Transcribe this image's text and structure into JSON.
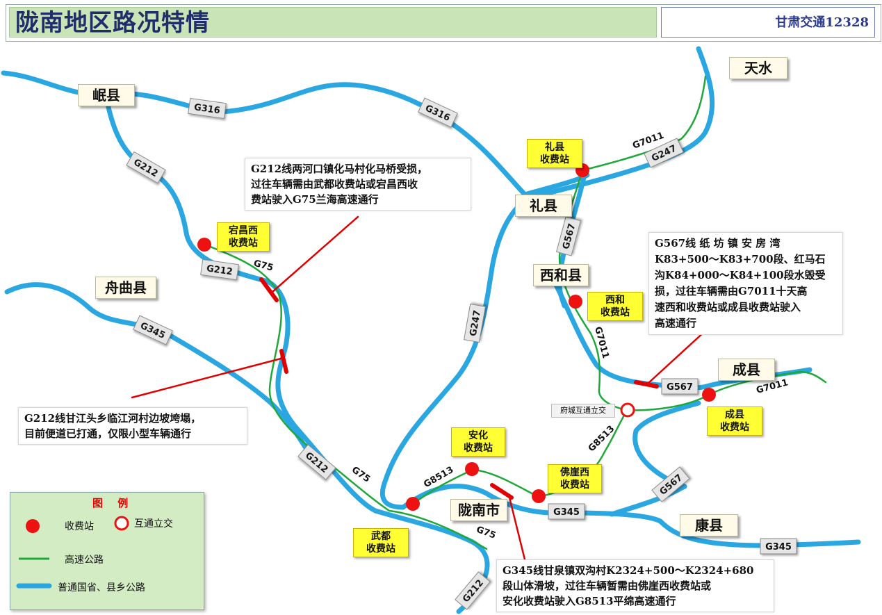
{
  "header": {
    "title": "陇南地区路况特情",
    "org": "甘肃交通12328"
  },
  "colors": {
    "ordinary_road": "#2aa6e0",
    "expressway": "#1fa83a",
    "toll_station": "#ee1111",
    "damage": "#e00000",
    "title_bg": "#c9e4b6",
    "toll_label_bg": "#ffff33"
  },
  "cities": {
    "minxian": "岷县",
    "tianshui": "天水",
    "lixian": "礼县",
    "xihe": "西和县",
    "zhouqu": "舟曲县",
    "chengxian": "成县",
    "longnan": "陇南市",
    "kangxian": "康县"
  },
  "toll_stations": {
    "lixian": "礼县\n收费站",
    "dangchang_west": "宕昌西\n收费站",
    "xihe": "西和\n收费站",
    "chengxian": "成县\n收费站",
    "anhua": "安化\n收费站",
    "foyaxi": "佛崖西\n收费站",
    "wudu": "武都\n收费站"
  },
  "interchange": "府城互通立交",
  "road_shields": {
    "g316_a": "G316",
    "g316_b": "G316",
    "g212_a": "G212",
    "g212_b": "G212",
    "g212_c": "G212",
    "g212_d": "G212",
    "g345_a": "G345",
    "g345_b": "G345",
    "g345_c": "G345",
    "g247_a": "G247",
    "g247_b": "G247",
    "g567_a": "G567",
    "g567_b": "G567",
    "g567_c": "G567"
  },
  "expressway_labels": {
    "g7011_a": "G7011",
    "g7011_b": "G7011",
    "g7011_c": "G7011",
    "g75_a": "G75",
    "g75_b": "G75",
    "g75_c": "G75",
    "g8513_a": "G8513",
    "g8513_b": "G8513"
  },
  "notes": {
    "n1": [
      "G212线两河口镇化马村化马桥受损，",
      "过往车辆需由武都收费站或宕昌西收",
      "费站驶入G75兰海高速通行"
    ],
    "n2": [
      "G567线 纸 坊 镇 安 房 湾",
      "K83+500～K83+700段、红马石",
      "沟K84+000～K84+100段水毁受",
      "损，过往车辆需由G7011十天高",
      "速西和收费站或成县收费站驶入",
      "高速通行"
    ],
    "n3": [
      "G212线甘江头乡临江河村边坡垮塌，",
      "目前便道已打通，仅限小型车辆通行"
    ],
    "n4": [
      "G345线甘泉镇双沟村K2324+500～K2324+680",
      "段山体滑坡，过往车辆暂需由佛崖西收费站或",
      "安化收费站驶入G8513平绵高速通行"
    ]
  },
  "legend": {
    "title": "图 例",
    "toll_station": "收费站",
    "interchange": "互通立交",
    "expressway": "高速公路",
    "ordinary_road": "普通国省、县乡公路"
  }
}
